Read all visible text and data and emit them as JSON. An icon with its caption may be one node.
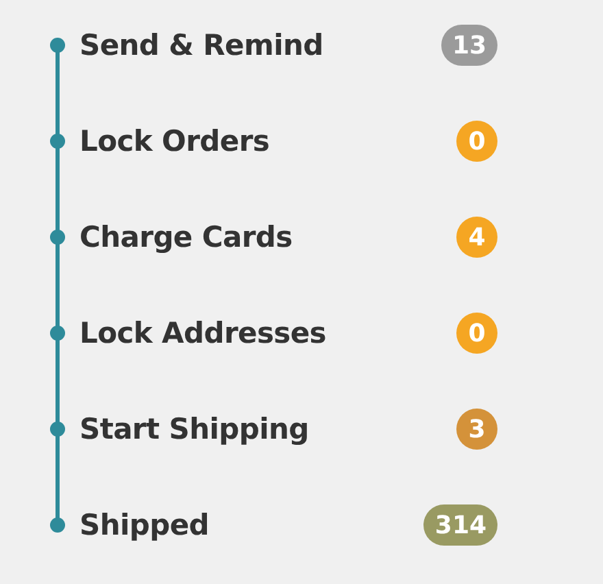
{
  "diagram": {
    "nodes": [
      {
        "text": [
          "Send & Remind"
        ]
      },
      {
        "text": [
          "13"
        ]
      },
      {
        "text": [
          "Lock Orders"
        ]
      },
      {
        "text": [
          "0"
        ]
      },
      {
        "text": [
          "Charge Cards"
        ]
      },
      {
        "text": [
          "4"
        ]
      },
      {
        "text": [
          "Lock Addresses"
        ]
      },
      {
        "text": [
          "0"
        ]
      },
      {
        "text": [
          "Start Shipping"
        ]
      },
      {
        "text": [
          "3"
        ]
      },
      {
        "text": [
          "Shipped"
        ]
      },
      {
        "text": [
          "314"
        ]
      }
    ],
    "edges": [
      {
        "from": 0,
        "to": 2,
        "arrow": "none"
      },
      {
        "from": 2,
        "to": 4,
        "arrow": "none"
      },
      {
        "from": 4,
        "to": 6,
        "arrow": "none"
      },
      {
        "from": 6,
        "to": 8,
        "arrow": "none"
      },
      {
        "from": 8,
        "to": 10,
        "arrow": "none"
      }
    ]
  }
}
